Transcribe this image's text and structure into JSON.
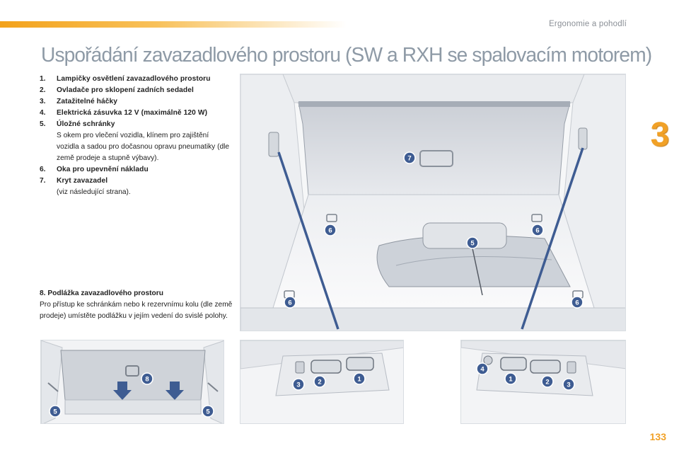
{
  "header": {
    "chapter_title": "Ergonomie a pohodlí",
    "chapter_number": "3",
    "accent_color": "#f1a127"
  },
  "page": {
    "title": "Uspořádání zavazadlového prostoru (SW a RXH se spalovacím motorem)",
    "number": "133"
  },
  "legend": {
    "items": [
      {
        "num": "1.",
        "title": "Lampičky osvětlení zavazadlového prostoru",
        "desc": ""
      },
      {
        "num": "2.",
        "title": "Ovladače pro sklopení zadních sedadel",
        "desc": ""
      },
      {
        "num": "3.",
        "title": "Zatažitelné háčky",
        "desc": ""
      },
      {
        "num": "4.",
        "title": "Elektrická zásuvka 12 V (maximálně 120 W)",
        "desc": ""
      },
      {
        "num": "5.",
        "title": "Úložné schránky",
        "desc": "S okem pro vlečení vozidla, klínem pro zajištění vozidla a sadou pro dočasnou opravu pneumatiky (dle země prodeje a stupně výbavy)."
      },
      {
        "num": "6.",
        "title": "Oka pro upevnění nákladu",
        "desc": ""
      },
      {
        "num": "7.",
        "title": "Kryt zavazadel",
        "desc": "(viz následující strana)."
      }
    ],
    "item8": {
      "num": "8.",
      "title": "Podlážka zavazadlového prostoru",
      "desc": "Pro přístup ke schránkám nebo k rezervnímu kolu (dle země prodeje) umístěte podlážku v jejím vedení do svislé polohy."
    }
  },
  "figures": {
    "main": {
      "markers": [
        "7",
        "6",
        "6",
        "5",
        "6",
        "6"
      ]
    },
    "floor": {
      "markers": [
        "8",
        "5",
        "5"
      ]
    },
    "left_panel": {
      "markers": [
        "3",
        "2",
        "1"
      ]
    },
    "right_panel": {
      "markers": [
        "4",
        "1",
        "2",
        "3"
      ]
    }
  }
}
